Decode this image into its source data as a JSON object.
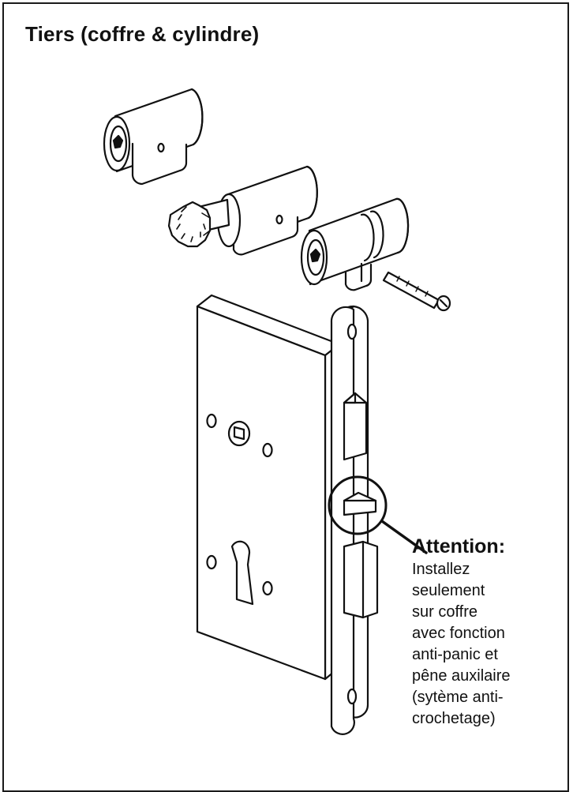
{
  "title": "Tiers (coffre & cylindre)",
  "note": {
    "heading": "Attention:",
    "lines": [
      "Installez",
      "seulement",
      "sur coffre",
      "avec fonction",
      "anti-panic et",
      "pêne auxilaire",
      "(sytème anti-",
      "crochetage)"
    ]
  }
}
